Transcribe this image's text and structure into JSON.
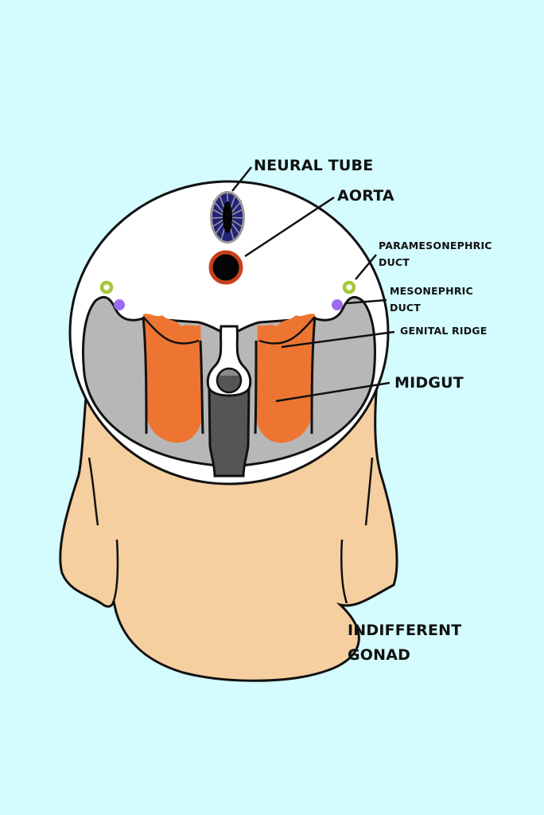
{
  "labels": {
    "neural_tube": "NEURAL TUBE",
    "aorta": "AORTA",
    "paramesonephric_1": "PARAMESONEPHRIC",
    "paramesonephric_2": "DUCT",
    "mesonephric_1": "MESONEPHRIC",
    "mesonephric_2": "DUCT",
    "genital_ridge": "GENITAL RIDGE",
    "midgut": "MIDGUT",
    "indifferent_gonad_1": "INDIFFERENT",
    "indifferent_gonad_2": "GONAD"
  },
  "colors": {
    "background": "#d4fbfd",
    "body_skin": "#f6cfa0",
    "section_white": "#ffffff",
    "cavity_grey": "#b7b7b7",
    "gonad_orange": "#ee7531",
    "gut_dark": "#555555",
    "neural_blue": "#22227a",
    "aorta_rim": "#c8401c",
    "paramesonephric_green": "#a4c639",
    "mesonephric_purple": "#9b6cf2"
  }
}
